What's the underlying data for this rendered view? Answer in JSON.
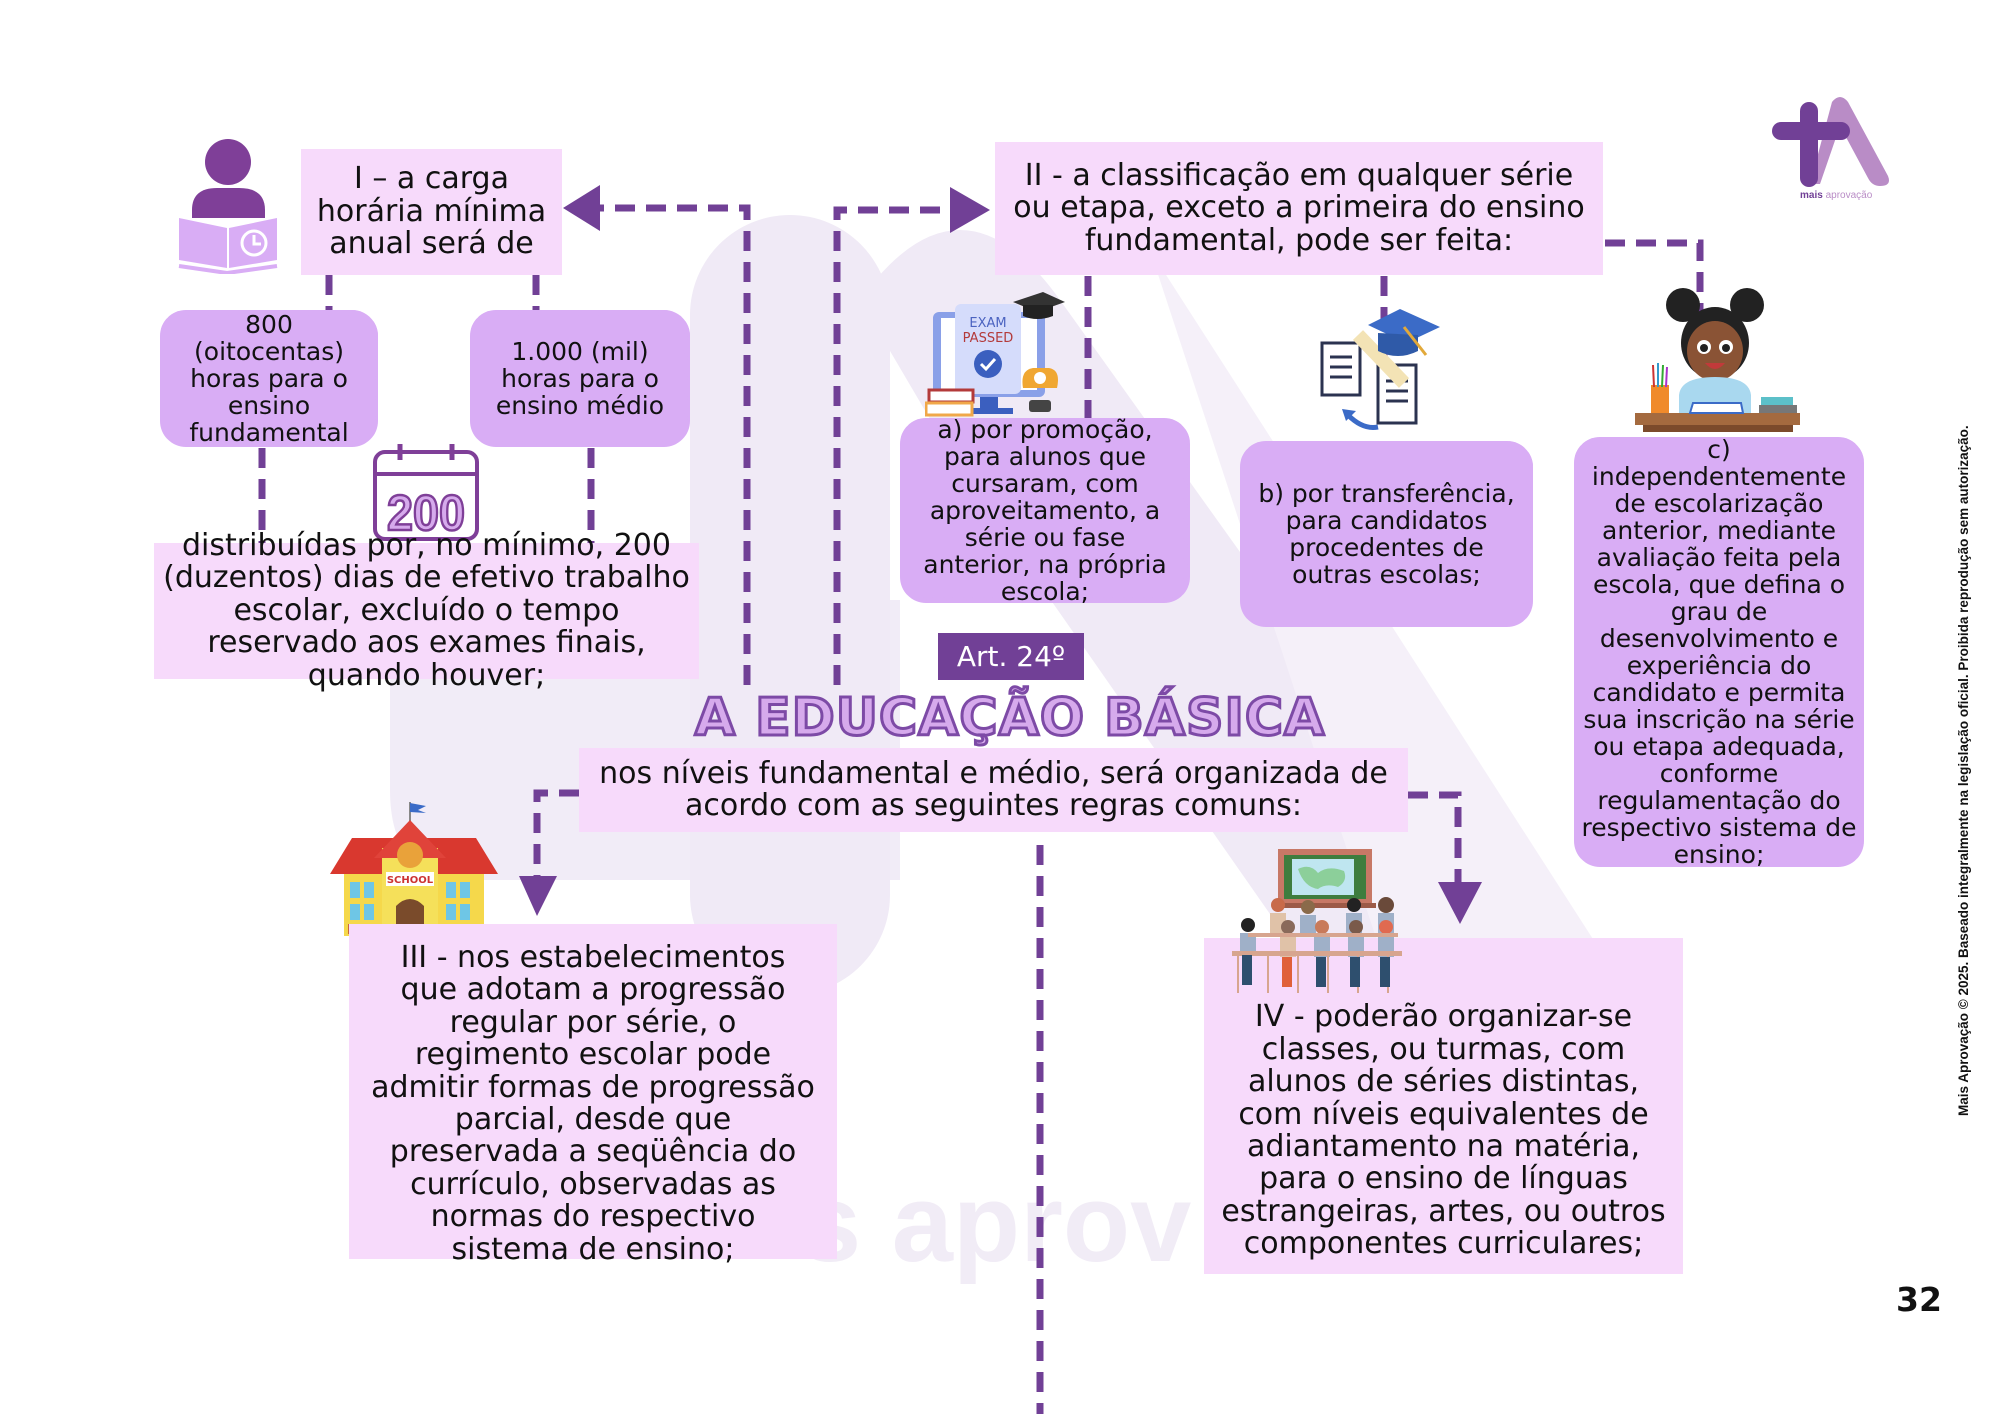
{
  "brand": {
    "logo_name": "mais aprovação",
    "logo_word1": "mais",
    "logo_word2": "aprovação",
    "primary_color": "#714096",
    "light_color": "#b98cc6",
    "box_color": "#f7dafb",
    "cloud_color": "#d9adf5"
  },
  "watermark": {
    "text": "mais aprovação",
    "visible_fragment": "s aprov"
  },
  "article": {
    "label": "Art. 24º",
    "title": "A EDUCAÇÃO BÁSICA",
    "subtitle": "nos níveis fundamental e médio, será organizada de acordo com as seguintes regras comuns:"
  },
  "rule_I": {
    "heading": "I – a carga horária mínima anual será de",
    "icon": "person-reading-clock-icon",
    "options": [
      {
        "text": "800 (oitocentas) horas para o ensino fundamental"
      },
      {
        "text": "1.000 (mil) horas para o ensino médio"
      }
    ],
    "calendar_number": "200",
    "distribution": "distribuídas por, no mínimo, 200 (duzentos) dias de efetivo trabalho escolar, excluído o tempo reservado aos exames finais, quando houver;"
  },
  "rule_II": {
    "heading": "II - a classificação em qualquer série ou etapa, exceto a primeira do ensino fundamental, pode ser feita:",
    "items": [
      {
        "text": "a) por promoção, para alunos que cursaram, com aproveitamento, a série ou fase anterior, na própria escola;",
        "icon": "exam-passed-icon",
        "icon_text_1": "EXAM",
        "icon_text_2": "PASSED"
      },
      {
        "text": "b) por transferência, para candidatos procedentes de outras escolas;",
        "icon": "diploma-transfer-icon"
      },
      {
        "text": "c) independentemente de escolarização anterior, mediante avaliação feita pela escola, que defina o grau de desenvolvimento e experiência do candidato e permita sua inscrição na série ou etapa adequada, conforme regulamentação do respectivo sistema de ensino;",
        "icon": "girl-studying-icon"
      }
    ]
  },
  "rule_III": {
    "text": "III - nos estabelecimentos que adotam a progressão regular por série, o regimento escolar pode admitir formas de progressão parcial, desde que preservada a seqüência do currículo, observadas as normas do respectivo sistema de ensino;",
    "icon": "school-building-icon",
    "icon_text": "SCHOOL"
  },
  "rule_IV": {
    "text": "IV - poderão organizar-se classes, ou turmas, com alunos de séries distintas, com níveis equivalentes de adiantamento na matéria, para o ensino de línguas estrangeiras, artes, ou outros componentes curriculares;",
    "icon": "classroom-icon"
  },
  "footer": {
    "side_note": "Mais Aprovação © 2025. Baseado integralmente na legislação oficial. Proibida reprodução sem autorização.",
    "page_number": "32"
  }
}
